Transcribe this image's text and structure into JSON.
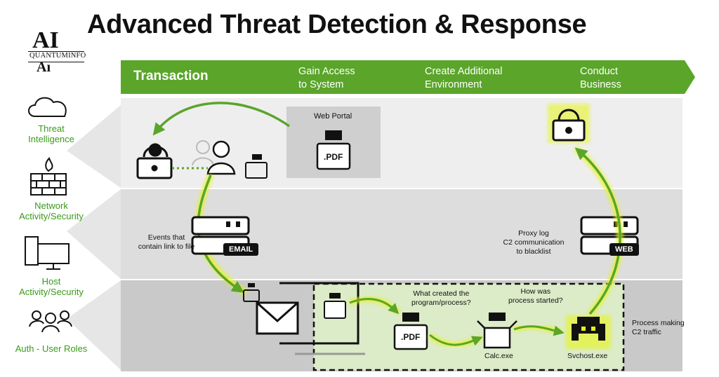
{
  "title": "Advanced Threat Detection & Response",
  "logo": {
    "letters": "AI",
    "text": "QUANTUMINFO"
  },
  "banner": {
    "main": "Transaction",
    "stages": [
      {
        "line1": "Gain Access",
        "line2": "to System"
      },
      {
        "line1": "Create Additional",
        "line2": "Environment"
      },
      {
        "line1": "Conduct",
        "line2": "Business"
      }
    ]
  },
  "sidebar": [
    {
      "line1": "Threat",
      "line2": "Intelligence",
      "icon": "cloud-icon"
    },
    {
      "line1": "Network",
      "line2": "Activity/Security",
      "icon": "firewall-icon"
    },
    {
      "line1": "Host",
      "line2": "Activity/Security",
      "icon": "computer-icon"
    },
    {
      "line1": "Auth - User Roles",
      "line2": "",
      "icon": "users-icon"
    }
  ],
  "web_portal": {
    "label": "Web Portal",
    "file": ".PDF"
  },
  "email_node": {
    "badge": "EMAIL",
    "note_line1": "Events that",
    "note_line2": "contain link to file"
  },
  "web_node": {
    "badge": "WEB",
    "note_line1": "Proxy log",
    "note_line2": "C2 communication",
    "note_line3": "to blacklist"
  },
  "host_flow": {
    "question1_line1": "What created the",
    "question1_line2": "program/process?",
    "question2_line1": "How was",
    "question2_line2": "process started?",
    "pdf_file": ".PDF",
    "calc": "Calc.exe",
    "svchost": "Svchost.exe",
    "c2_note_line1": "Process making",
    "c2_note_line2": "C2 traffic"
  },
  "colors": {
    "green": "#5aa52a",
    "banner": "#5aa52a",
    "highlight": "#e6f514",
    "lane1": "#eeeeee",
    "lane2": "#dddddd",
    "lane3": "#c9c9c9"
  }
}
